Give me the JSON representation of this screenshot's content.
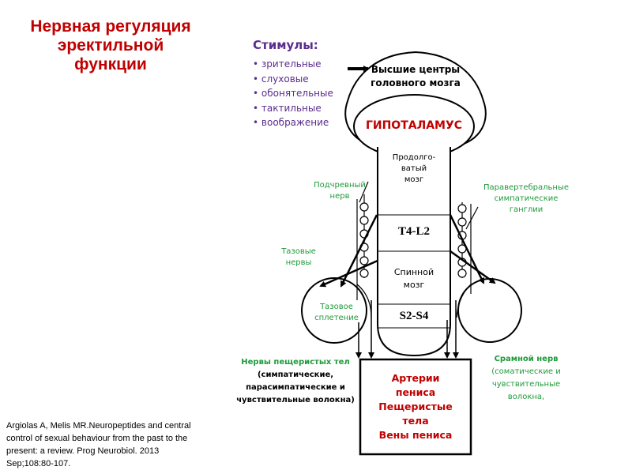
{
  "title": {
    "line1": "Нервная регуляция",
    "line2": "эректильной",
    "line3": "функции"
  },
  "stimuli": {
    "heading": "Стимулы:",
    "items": [
      "зрительные",
      "слуховые",
      "обонятельные",
      "тактильные",
      "воображение"
    ]
  },
  "brain": {
    "higher_centers_line1": "Высшие центры",
    "higher_centers_line2": "головного мозга",
    "hypothalamus": "ГИПОТАЛАМУС"
  },
  "spine": {
    "medulla_line1": "Продолго-",
    "medulla_line2": "ватый",
    "medulla_line3": "мозг",
    "segment_upper": "T4-L2",
    "cord_line1": "Спинной",
    "cord_line2": "мозг",
    "segment_lower": "S2-S4"
  },
  "labels": {
    "hypogastric_line1": "Подчревный",
    "hypogastric_line2": "нерв",
    "pelvic_nerves_line1": "Тазовые",
    "pelvic_nerves_line2": "нервы",
    "pelvic_plexus_line1": "Тазовое",
    "pelvic_plexus_line2": "сплетение",
    "paravertebral_line1": "Паравертебральные",
    "paravertebral_line2": "симпатические",
    "paravertebral_line3": "ганглии",
    "cavernous_line1": "Нервы  пещеристых тел",
    "cavernous_line2": "(симпатические,",
    "cavernous_line3": "парасимпатические   и",
    "cavernous_line4": "чувствительные  волокна)",
    "pudendal_line1": "Срамной нерв",
    "pudendal_line2": "(соматические  и",
    "pudendal_line3": "чувствительные",
    "pudendal_line4": "волокна,"
  },
  "target": {
    "line1": "Артерии",
    "line2": "пениса",
    "line3": "Пещеристые",
    "line4": "тела",
    "line5": "Вены пениса"
  },
  "reference": {
    "line1": "Argiolas A, Melis MR.Neuropeptides and central",
    "line2": "control of sexual behaviour from the past to the",
    "line3": "present: a review. Prog Neurobiol. 2013",
    "line4": "Sep;108:80-107."
  },
  "colors": {
    "title": "#c00000",
    "stimuli": "#5b2d8e",
    "nerve_labels": "#1f9a3b",
    "target": "#c00000"
  }
}
